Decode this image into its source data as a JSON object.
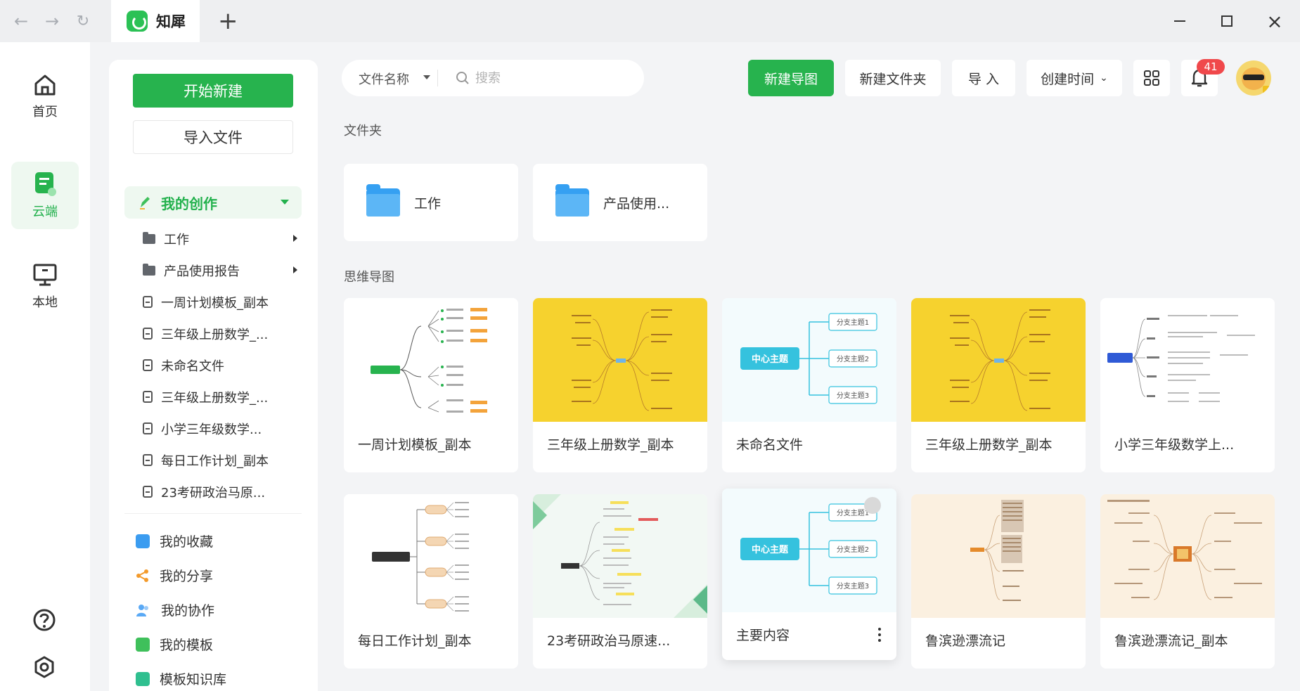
{
  "app": {
    "tab_title": "知犀"
  },
  "rail": {
    "home": "首页",
    "cloud": "云端",
    "local": "本地"
  },
  "sidebar": {
    "start_new": "开始新建",
    "import_file": "导入文件",
    "my_creations": "我的创作",
    "tree": [
      {
        "label": "工作",
        "type": "folder"
      },
      {
        "label": "产品使用报告",
        "type": "folder"
      },
      {
        "label": "一周计划模板_副本",
        "type": "file"
      },
      {
        "label": "三年级上册数学_...",
        "type": "file"
      },
      {
        "label": "未命名文件",
        "type": "file"
      },
      {
        "label": "三年级上册数学_...",
        "type": "file"
      },
      {
        "label": "小学三年级数学...",
        "type": "file"
      },
      {
        "label": "每日工作计划_副本",
        "type": "file"
      },
      {
        "label": "23考研政治马原...",
        "type": "file"
      }
    ],
    "links": [
      {
        "label": "我的收藏",
        "color": "#3b9cf0"
      },
      {
        "label": "我的分享",
        "color": "#f39a2b"
      },
      {
        "label": "我的协作",
        "color": "#5aa9f5"
      },
      {
        "label": "我的模板",
        "color": "#3fc05b"
      },
      {
        "label": "模板知识库",
        "color": "#2fbf8f"
      }
    ]
  },
  "toolbar": {
    "sort_field": "文件名称",
    "search_placeholder": "搜索",
    "new_map": "新建导图",
    "new_folder": "新建文件夹",
    "import": "导 入",
    "sort_by": "创建时间",
    "notification_count": "41"
  },
  "main": {
    "folders_title": "文件夹",
    "folders": [
      "工作",
      "产品使用..."
    ],
    "maps_title": "思维导图",
    "maps": [
      {
        "title": "一周计划模板_副本",
        "style": "tree-white"
      },
      {
        "title": "三年级上册数学_副本",
        "style": "yellow"
      },
      {
        "title": "未命名文件",
        "style": "center-topic"
      },
      {
        "title": "三年级上册数学_副本",
        "style": "yellow"
      },
      {
        "title": "小学三年级数学上...",
        "style": "list-white"
      },
      {
        "title": "每日工作计划_副本",
        "style": "tree-dark"
      },
      {
        "title": "23考研政治马原速...",
        "style": "green-geo"
      },
      {
        "title": "主要内容",
        "style": "center-topic"
      },
      {
        "title": "鲁滨逊漂流记",
        "style": "beige"
      },
      {
        "title": "鲁滨逊漂流记_副本",
        "style": "beige"
      }
    ],
    "center_topic": {
      "main": "中心主题",
      "branches": [
        "分支主题1",
        "分支主题2",
        "分支主题3"
      ]
    }
  },
  "colors": {
    "brand": "#27b34e",
    "badge": "#f0484b"
  }
}
